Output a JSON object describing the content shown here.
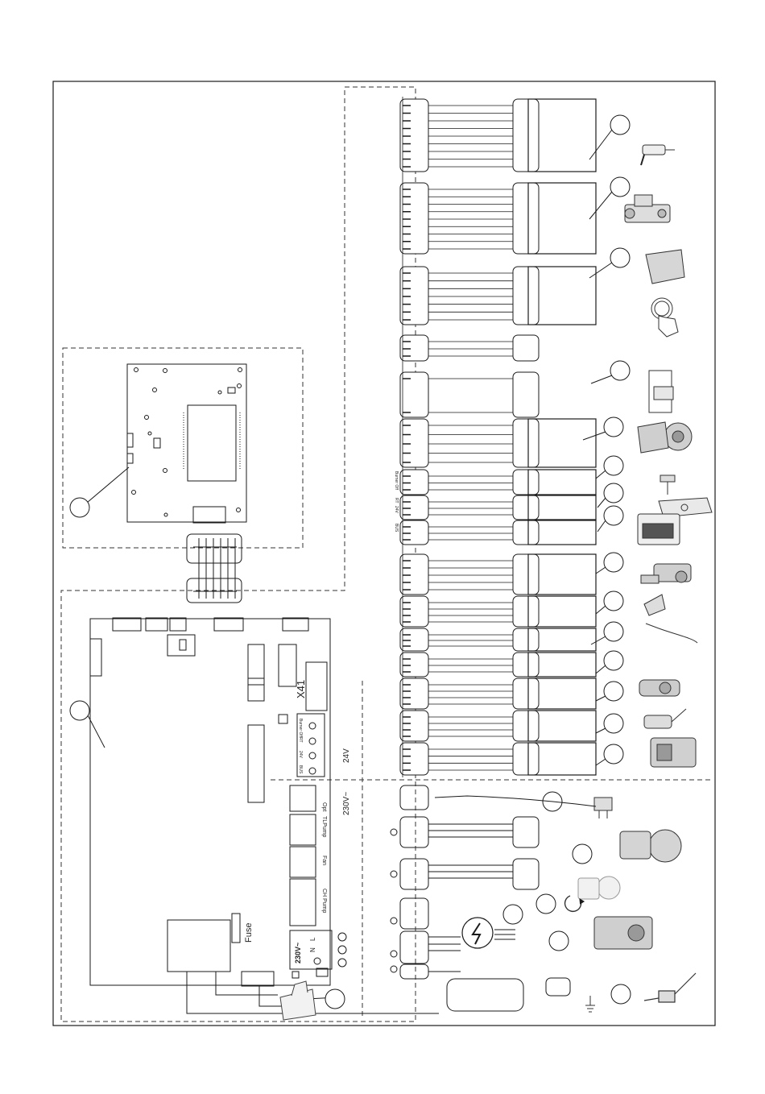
{
  "labels": {
    "x41": "X41",
    "v24": "24V",
    "v230": "230V~",
    "fuse": "Fuse",
    "supply": "230V~",
    "terminal_l": "L",
    "terminal_n": "N"
  },
  "terminals_board": [
    "Opt",
    "TLPump",
    "Fan",
    "CH Pump"
  ],
  "terminals_lowvolt": [
    "Burner Off",
    "RT",
    "24V",
    "BUS"
  ],
  "terminals_lowvolt_harness": [
    "Burner Off",
    "RT",
    "24V",
    "BUS"
  ],
  "icons": [
    "sensor-probe-icon",
    "gas-valve-icon",
    "display-cover-icon",
    "touch-button-icon",
    "pipe-clip-sensor-icon",
    "fan-icon",
    "temperature-probe-icon",
    "flow-sensor-icon",
    "room-thermostat-icon",
    "diverter-valve-icon",
    "water-pressure-sensor-icon",
    "temperature-cable-icon",
    "flow-turbine-icon",
    "pump-icon",
    "secondary-pump-icon",
    "ignition-transformer-icon",
    "ignition-electrode-icon",
    "earth-ground-icon"
  ],
  "colors": {
    "line": "#1a1a1a",
    "dash": "#333333"
  }
}
